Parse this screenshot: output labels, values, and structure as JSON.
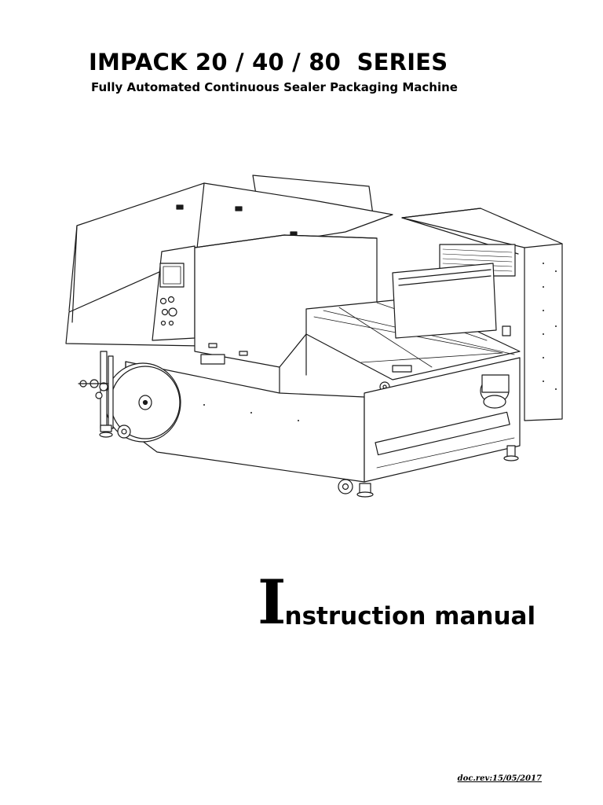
{
  "document": {
    "title": "IMPACK 20 / 40 / 80  SERIES",
    "subtitle": "Fully Automated Continuous Sealer Packaging Machine",
    "manual_heading": {
      "drop_cap": "I",
      "rest": "nstruction manual"
    },
    "doc_rev": "doc.rev:15/05/2017"
  },
  "illustration": {
    "subject": "packaging-machine-line-drawing",
    "stroke_color": "#1a1a1a",
    "fill_color": "#ffffff"
  }
}
